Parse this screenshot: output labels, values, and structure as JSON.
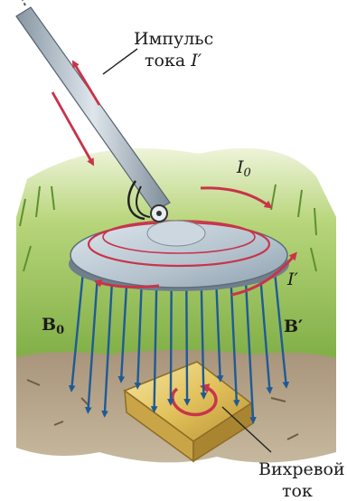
{
  "labels": {
    "pulse_line1": "Импульс",
    "pulse_line2": "тока",
    "pulse_symbol": "I′",
    "i0_symbol": "I",
    "i0_sub": "0",
    "iprime_symbol": "I′",
    "b0_symbol": "B",
    "b0_sub": "0",
    "bprime_symbol": "B′",
    "eddy_line1": "Вихревой",
    "eddy_line2": "ток"
  },
  "colors": {
    "field_lines": "#1f5a96",
    "current_arrows": "#c8344a",
    "grass": "#8fbf4e",
    "soil": "#9b876a",
    "disk": "#b6c4cf",
    "gold": "#e3c25c",
    "text": "#1b1b1b"
  }
}
